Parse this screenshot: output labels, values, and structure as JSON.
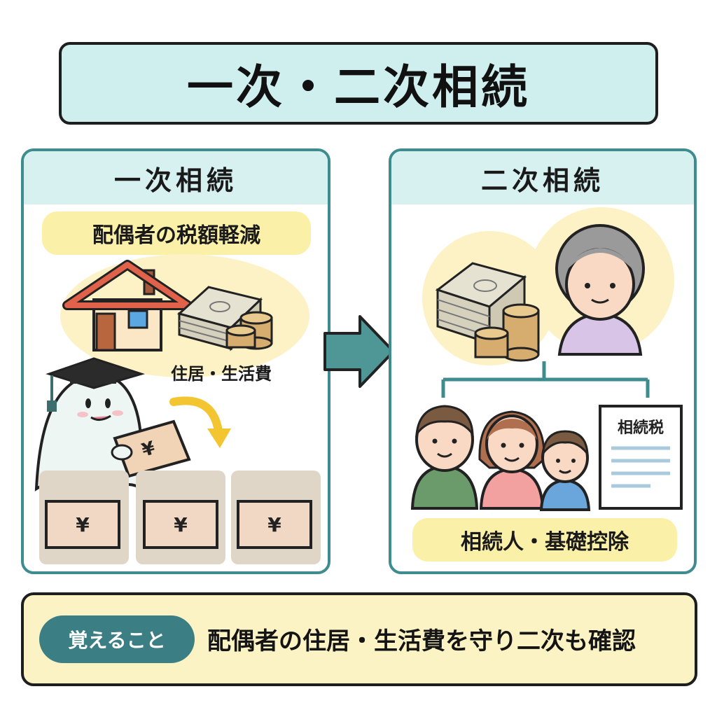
{
  "title": "一次・二次相続",
  "primary": {
    "heading": "一次相続",
    "badge": "配偶者の税額軽減",
    "house_caption": "住居・生活費",
    "yen_symbol": "¥"
  },
  "secondary": {
    "heading": "二次相続",
    "document_title": "相続税",
    "footer_badge": "相続人・基礎控除"
  },
  "summary": {
    "badge": "覚えること",
    "text": "配偶者の住居・生活費を守り二次も確認"
  },
  "colors": {
    "teal": "#3f8c8f",
    "mint": "#d7f0f0",
    "yellow": "#fbf0a7",
    "arrow_yellow": "#f2c531"
  }
}
